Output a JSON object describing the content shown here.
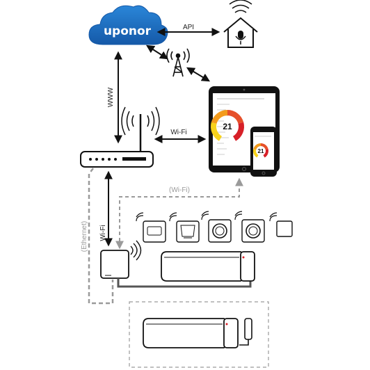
{
  "brand": {
    "name": "uponor",
    "color": "#1a6fc0"
  },
  "links": {
    "api": "API",
    "www": "WWW",
    "wifi": "Wi-Fi",
    "wifi_vertical": "Wi-Fi",
    "wifi_optional": "(Wi-Fi)",
    "ethernet": "(Ethernet)"
  },
  "devices": {
    "tablet_reading": "21",
    "phone_reading": "21"
  },
  "colors": {
    "line": "#111111",
    "dashed": "#9a9a9a",
    "gauge": [
      "#f7d21a",
      "#f39b1c",
      "#e6502a",
      "#d72028"
    ]
  },
  "icons": [
    "cloud-icon",
    "smart-home-icon",
    "cell-tower-icon",
    "router-icon",
    "tablet-icon",
    "smartphone-icon",
    "gateway-icon",
    "thermostat-icon",
    "controller-icon",
    "wireless-signal-icon"
  ]
}
